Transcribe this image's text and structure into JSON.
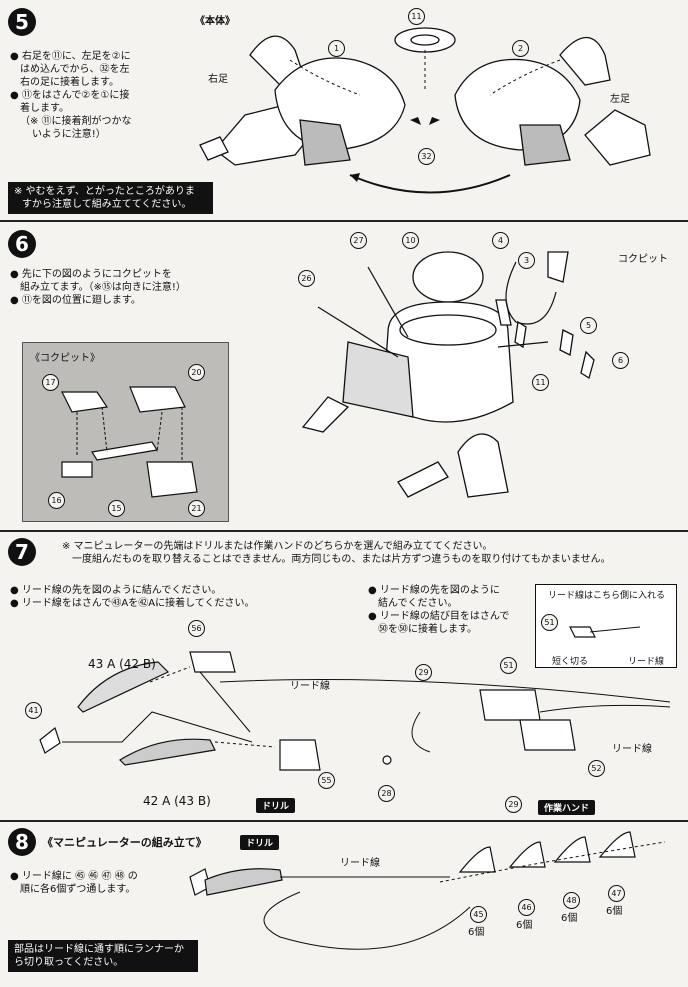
{
  "s5": {
    "num": "5",
    "title": "《本体》",
    "b1": "● 右足を⑪に、左足を②に",
    "b2": "はめ込んでから、㉜を左",
    "b3": "右の足に接着します。",
    "b4": "● ⑪をはさんで②を①に接",
    "b5": "着します。",
    "b6": "（※ ⑪に接着剤がつかな",
    "b7": "いように注意!）",
    "warn1": "※ やむをえず、とがったところがありま",
    "warn2": "すから注意して組み立ててください。",
    "right_foot": "右足",
    "left_foot": "左足",
    "p1": "1",
    "p2": "2",
    "p11": "11",
    "p32": "32"
  },
  "s6": {
    "num": "6",
    "b1": "● 先に下の図のようにコクピットを",
    "b2": "組み立てます。（※⑮は向きに注意!）",
    "b3": "● ⑪を図の位置に廻します。",
    "inset_title": "《コクピット》",
    "cockpit": "コクピット",
    "p3": "3",
    "p4": "4",
    "p5": "5",
    "p6": "6",
    "p10": "10",
    "p11": "11",
    "p15": "15",
    "p16": "16",
    "p17": "17",
    "p20": "20",
    "p21": "21",
    "p26": "26",
    "p27": "27"
  },
  "s7": {
    "num": "7",
    "note1": "※ マニピュレーターの先端はドリルまたは作業ハンドのどちらかを選んで組み立ててください。",
    "note2": "一度組んだものを取り替えることはできません。両方同じもの、または片方ずつ違うものを取り付けてもかまいません。",
    "l1": "● リード線の先を図のように結んでください。",
    "l2": "● リード線をはさんで㊸Aを㊷Aに接着してください。",
    "r1": "● リード線の先を図のように",
    "r2": "結んでください。",
    "r3": "● リード線の結び目をはさんで",
    "r4": "㊿を㊿に接着します。",
    "inset1": "リード線はこちら側に入れる",
    "inset2": "短く切る",
    "inset3": "リード線",
    "lead": "リード線",
    "drill": "ドリル",
    "hand": "作業ハンド",
    "a43": "43 A (42 B)",
    "a42": "42 A (43 B)",
    "p41": "41",
    "p55": "55",
    "p56": "56",
    "p28": "28",
    "p29": "29",
    "p51": "51",
    "p52": "52"
  },
  "s8": {
    "num": "8",
    "title": "《マニピュレーターの組み立て》",
    "drill": "ドリル",
    "b1": "● リード線に ㊺ ㊻ ㊼ ㊽ の",
    "b2": "順に各6個ずつ通します。",
    "lead": "リード線",
    "p45": "45",
    "p46": "46",
    "p47": "47",
    "p48": "48",
    "qty": "6個",
    "foot1": "部品はリード線に通す順にランナーか",
    "foot2": "ら切り取ってください。"
  }
}
